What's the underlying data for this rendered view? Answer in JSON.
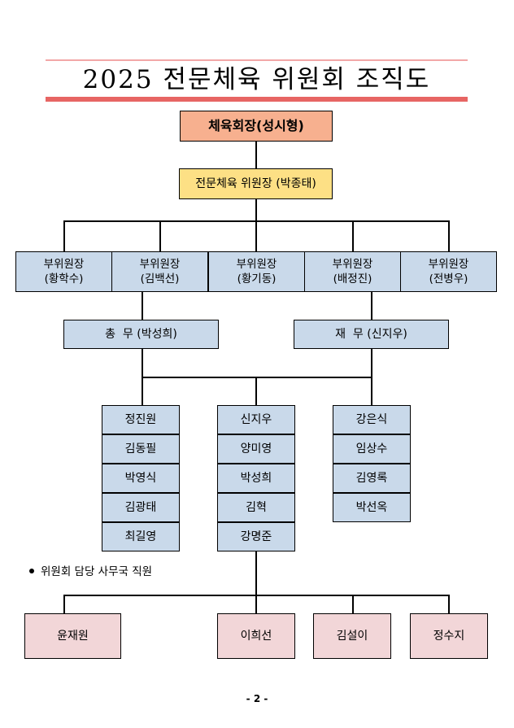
{
  "title": "2025 전문체육 위원회 조직도",
  "chair": "체육회장(성시형)",
  "director": "전문체육 위원장 (박종태)",
  "vice_chairs": [
    {
      "role": "부위원장",
      "name": "(황학수)"
    },
    {
      "role": "부위원장",
      "name": "(김백선)"
    },
    {
      "role": "부위원장",
      "name": "(황기동)"
    },
    {
      "role": "부위원장",
      "name": "(배정진)"
    },
    {
      "role": "부위원장",
      "name": "(전병우)"
    }
  ],
  "general_affairs": "총  무 (박성희)",
  "treasurer": "재  무 (신지우)",
  "members": [
    [
      "정진원",
      "김동필",
      "박영식",
      "김광태",
      "최길영"
    ],
    [
      "신지우",
      "양미영",
      "박성희",
      "김혁",
      "강명준"
    ],
    [
      "강은식",
      "임상수",
      "김영록",
      "박선옥"
    ]
  ],
  "note": "위원회 담당 사무국 직원",
  "secretariat": [
    "윤재원",
    "이희선",
    "김설이",
    "정수지"
  ],
  "page_number": "- 2 -",
  "colors": {
    "title_rule_thick": "#e76563",
    "title_rule_thin": "#f2a7a7",
    "chair_fill": "#f7b08f",
    "director_fill": "#fde085",
    "member_fill": "#c9d9ea",
    "secretariat_fill": "#f2d6d8"
  }
}
